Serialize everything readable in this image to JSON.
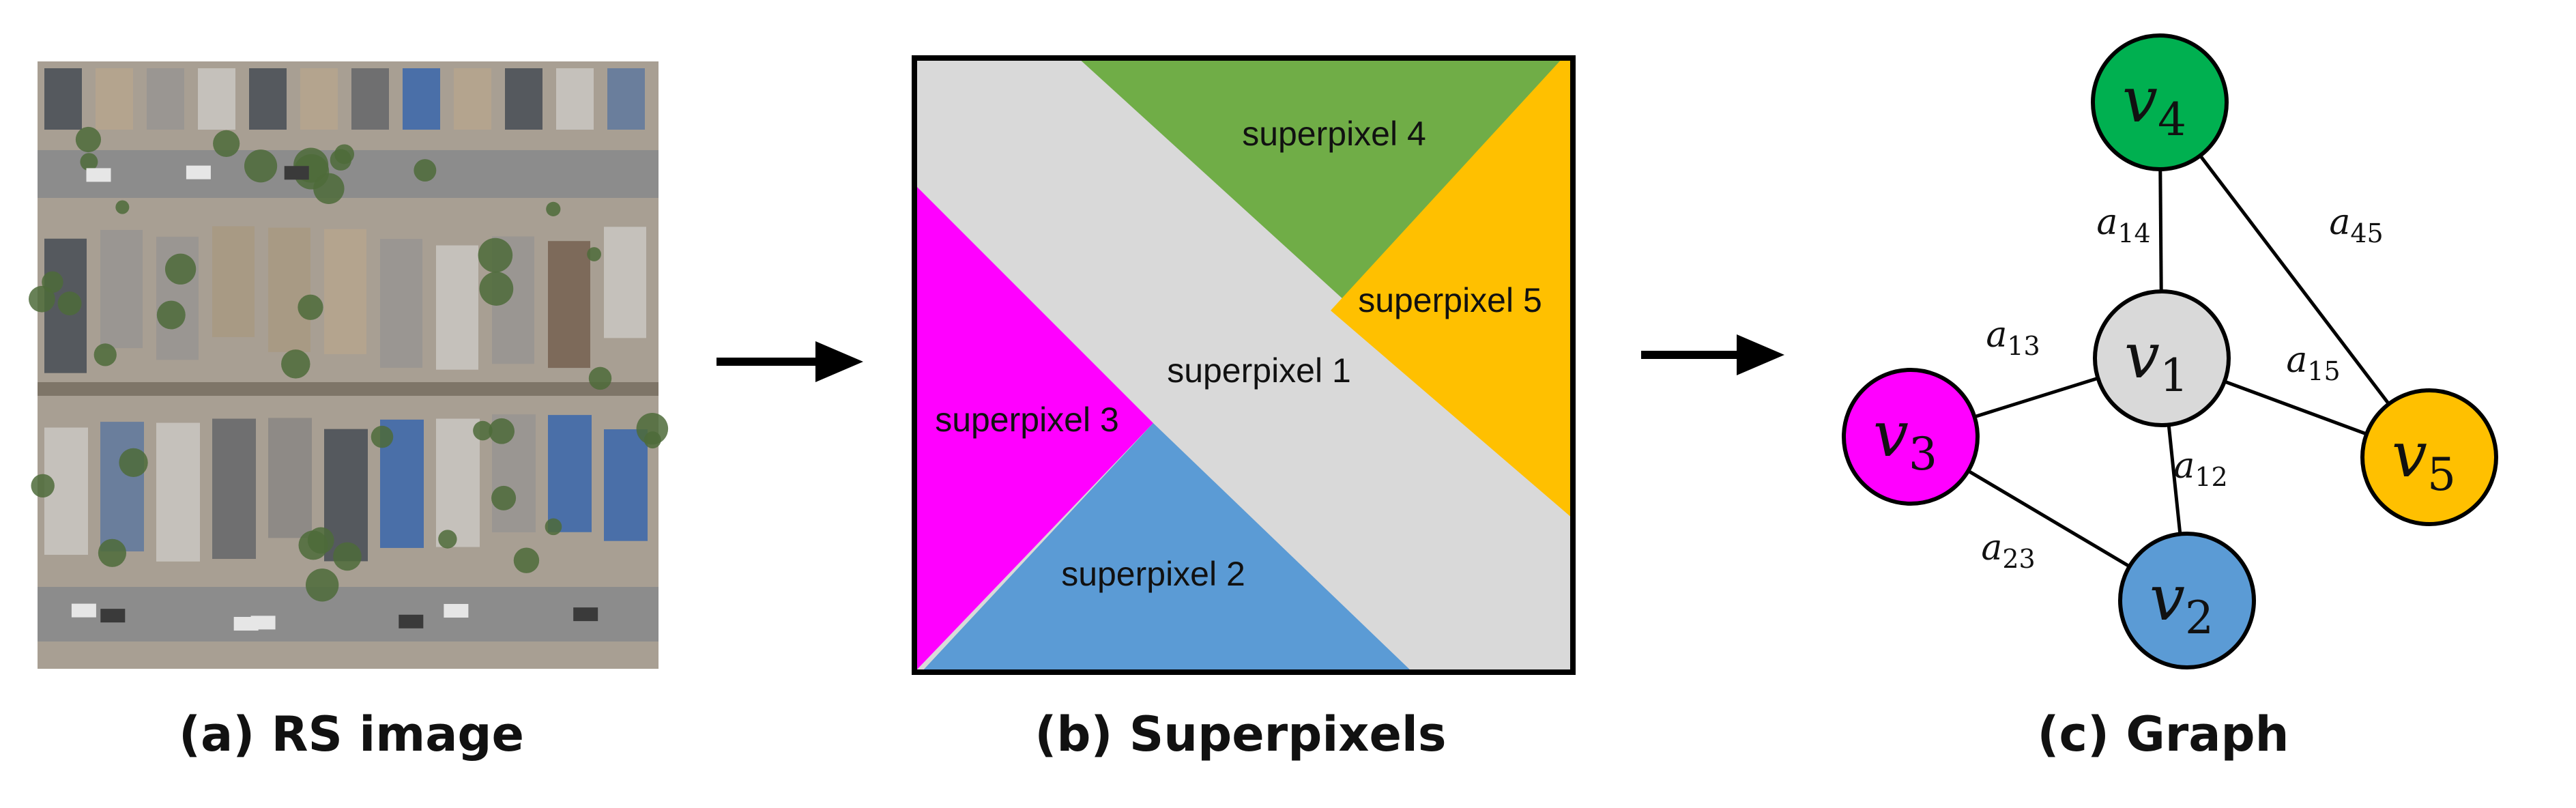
{
  "captions": {
    "a": "(a) RS image",
    "b": "(b) Superpixels",
    "c": "(c) Graph"
  },
  "superpixels": [
    {
      "id": "sp1",
      "label": "superpixel 1",
      "color": "#D9D9D9"
    },
    {
      "id": "sp2",
      "label": "superpixel 2",
      "color": "#5B9BD5"
    },
    {
      "id": "sp3",
      "label": "superpixel 3",
      "color": "#FF00FF"
    },
    {
      "id": "sp4",
      "label": "superpixel 4",
      "color": "#70AD47"
    },
    {
      "id": "sp5",
      "label": "superpixel 5",
      "color": "#FFC000"
    }
  ],
  "graph": {
    "nodes": [
      {
        "id": "v1",
        "symbol": "v",
        "index": "1",
        "color": "#D9D9D9"
      },
      {
        "id": "v2",
        "symbol": "v",
        "index": "2",
        "color": "#5B9BD5"
      },
      {
        "id": "v3",
        "symbol": "v",
        "index": "3",
        "color": "#FF00FF"
      },
      {
        "id": "v4",
        "symbol": "v",
        "index": "4",
        "color": "#00B050"
      },
      {
        "id": "v5",
        "symbol": "v",
        "index": "5",
        "color": "#FFC000"
      }
    ],
    "edges": [
      {
        "from": "v1",
        "to": "v4",
        "symbol": "a",
        "index": "14"
      },
      {
        "from": "v4",
        "to": "v5",
        "symbol": "a",
        "index": "45"
      },
      {
        "from": "v1",
        "to": "v3",
        "symbol": "a",
        "index": "13"
      },
      {
        "from": "v1",
        "to": "v5",
        "symbol": "a",
        "index": "15"
      },
      {
        "from": "v1",
        "to": "v2",
        "symbol": "a",
        "index": "12"
      },
      {
        "from": "v3",
        "to": "v2",
        "symbol": "a",
        "index": "23"
      }
    ]
  },
  "colors": {
    "arrow": "#000000",
    "edge": "#000000",
    "outline": "#000000"
  },
  "aerial": {
    "road": "#8C8C8C",
    "ground": "#A89F93",
    "roof_colors": [
      "#6F6F70",
      "#9A9692",
      "#C5C1BB",
      "#7D6A5A",
      "#55595E",
      "#B4A48E",
      "#8E8A86",
      "#6A7E9C",
      "#4A6FA8",
      "#A89A84"
    ],
    "tree_color": "#4E6B3A"
  }
}
